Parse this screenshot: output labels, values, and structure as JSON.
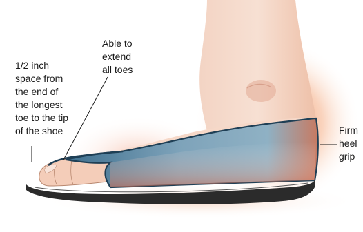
{
  "labels": {
    "toe_space": "1/2 inch\nspace from\nthe end of\nthe longest\ntoe to the tip\nof the shoe",
    "extend_toes": "Able to\nextend\nall toes",
    "heel_grip": "Firm\nheel\ngrip"
  },
  "colors": {
    "skin": "#f4d3c0",
    "shoe_blue": "#5f8ba6",
    "shoe_edge": "#1f3f55",
    "sole": "#2b2b2b",
    "heel_glow": "#e66a3a"
  }
}
